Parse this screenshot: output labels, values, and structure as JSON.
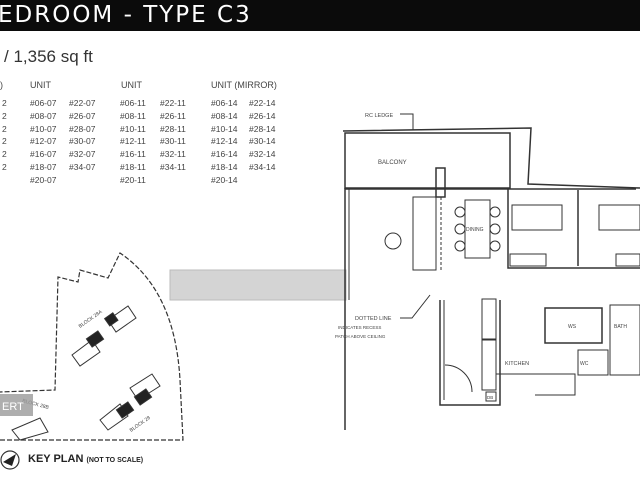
{
  "header": {
    "title": "EDROOM - TYPE C3",
    "area": "/ 1,356 sq ft"
  },
  "unit_table": {
    "partial_column": {
      "header": ")",
      "values": [
        "2",
        "2",
        "2",
        "2",
        "2",
        "2"
      ]
    },
    "columns": [
      {
        "header": "UNIT",
        "left": [
          "#06-07",
          "#08-07",
          "#10-07",
          "#12-07",
          "#16-07",
          "#18-07",
          "#20-07"
        ],
        "right": [
          "#22-07",
          "#26-07",
          "#28-07",
          "#30-07",
          "#32-07",
          "#34-07"
        ]
      },
      {
        "header": "UNIT",
        "left": [
          "#06-11",
          "#08-11",
          "#10-11",
          "#12-11",
          "#16-11",
          "#18-11",
          "#20-11"
        ],
        "right": [
          "#22-11",
          "#26-11",
          "#28-11",
          "#30-11",
          "#32-11",
          "#34-11"
        ]
      },
      {
        "header": "UNIT (MIRROR)",
        "left": [
          "#06-14",
          "#08-14",
          "#10-14",
          "#12-14",
          "#16-14",
          "#18-14",
          "#20-14"
        ],
        "right": [
          "#22-14",
          "#26-14",
          "#28-14",
          "#30-14",
          "#32-14",
          "#34-14"
        ]
      }
    ]
  },
  "floor_plan": {
    "labels": {
      "rc_ledge": "RC LEDGE",
      "balcony": "BALCONY",
      "dining": "DINING",
      "kitchen": "KITCHEN",
      "wc": "WC",
      "bath": "BATH",
      "ws": "WS",
      "db": "DB",
      "dotted_line": "DOTTED LINE",
      "dotted_note_1": "INDICATES RECESS",
      "dotted_note_2": "PATCH ABOVE CEILING"
    }
  },
  "key_plan": {
    "title": "KEY PLAN",
    "note": "(NOT TO SCALE)",
    "blocks": [
      "BLOCK 28A",
      "BLOCK 28B",
      "BLOCK 28"
    ],
    "watermark": "ERT"
  }
}
